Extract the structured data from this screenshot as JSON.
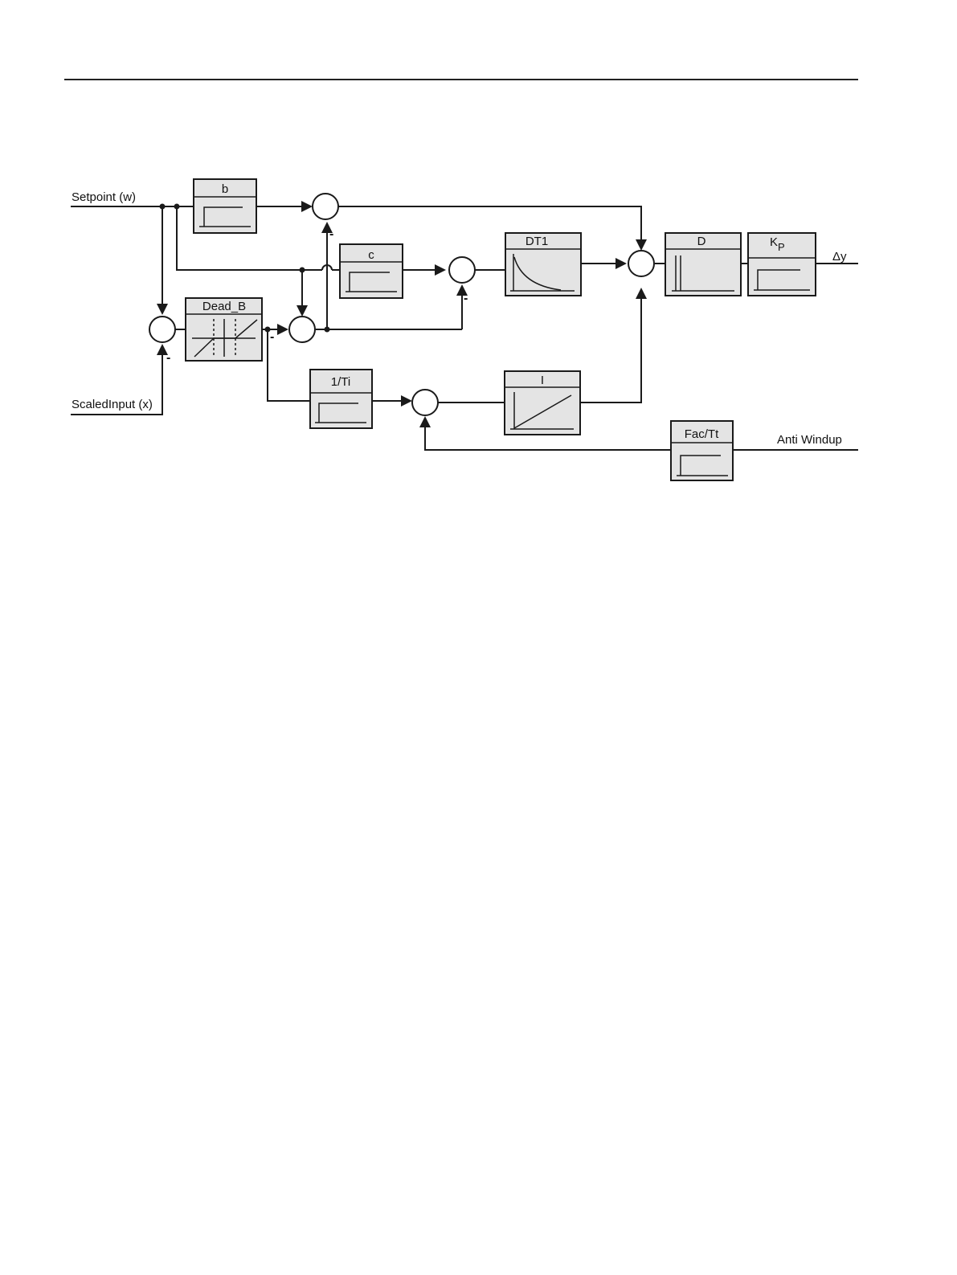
{
  "inputs": {
    "setpoint": "Setpoint (w)",
    "scaled_input": "ScaledInput (x)"
  },
  "outputs": {
    "delta_y": "Δy",
    "anti_windup": "Anti Windup"
  },
  "blocks": {
    "b": "b",
    "c": "c",
    "dead_b": "Dead_B",
    "dt1": "DT1",
    "d": "D",
    "kp_main": "K",
    "kp_sub": "P",
    "one_over_ti": "1/Ti",
    "i": "I",
    "fac_tt": "Fac/Tt"
  },
  "signs": {
    "minus": "-"
  }
}
